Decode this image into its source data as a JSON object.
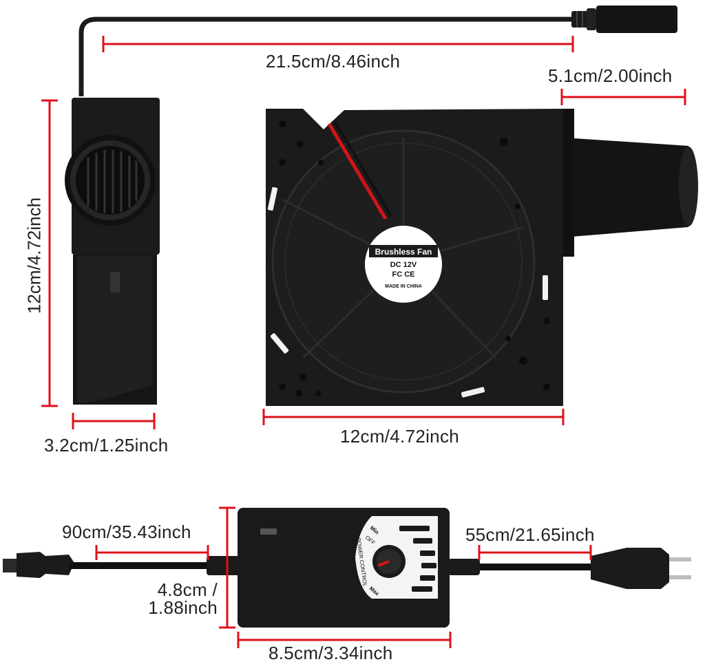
{
  "dimensions": {
    "cable_length": "21.5cm/8.46inch",
    "nozzle_length": "5.1cm/2.00inch",
    "fan_height": "12cm/4.72inch",
    "fan_side_width": "3.2cm/1.25inch",
    "fan_width": "12cm/4.72inch",
    "adapter_cable_length": "90cm/35.43inch",
    "plug_cable_length": "55cm/21.65inch",
    "adapter_height_line1": "4.8cm /",
    "adapter_height_line2": "1.88inch",
    "adapter_width": "8.5cm/3.34inch"
  },
  "fan_label": {
    "line1": "Brushless Fan",
    "line2": "DC 12V",
    "line3": "FC CE",
    "line4": "MADE IN CHINA"
  },
  "controller": {
    "label": "POWER CONTROL",
    "min_label": "Min",
    "off_label": "OFF",
    "max_label": "Max"
  },
  "colors": {
    "dimension_line": "#e0101a",
    "product_black": "#1b1b1b"
  }
}
